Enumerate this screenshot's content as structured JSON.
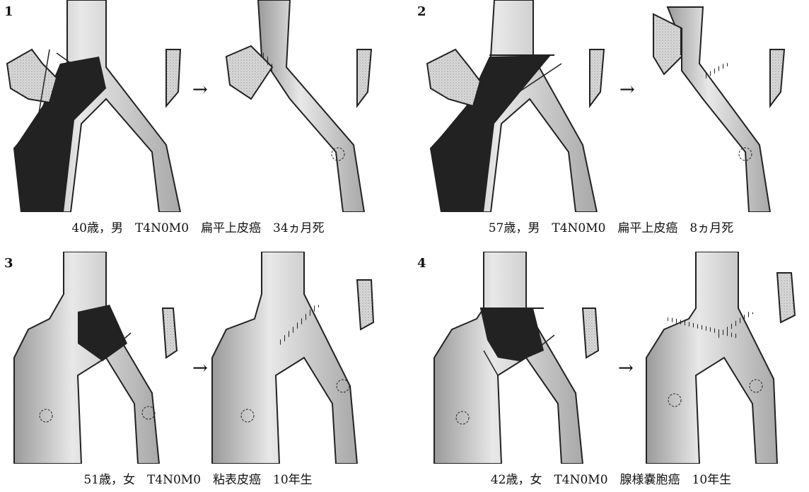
{
  "panels": [
    {
      "number": "1",
      "caption": "40歳，男　T4N0M0　扁平上皮癌　34ヵ月死",
      "arrow": "→"
    },
    {
      "number": "2",
      "caption": "57歳，男　T4N0M0　扁平上皮癌　8ヵ月死",
      "arrow": "→"
    },
    {
      "number": "3",
      "caption": "51歳，女　T4N0M0　粘表皮癌　10年生",
      "arrow": "→"
    },
    {
      "number": "4",
      "caption": "42歳，女　T4N0M0　腺様嚢胞癌　10年生",
      "arrow": "→"
    }
  ]
}
